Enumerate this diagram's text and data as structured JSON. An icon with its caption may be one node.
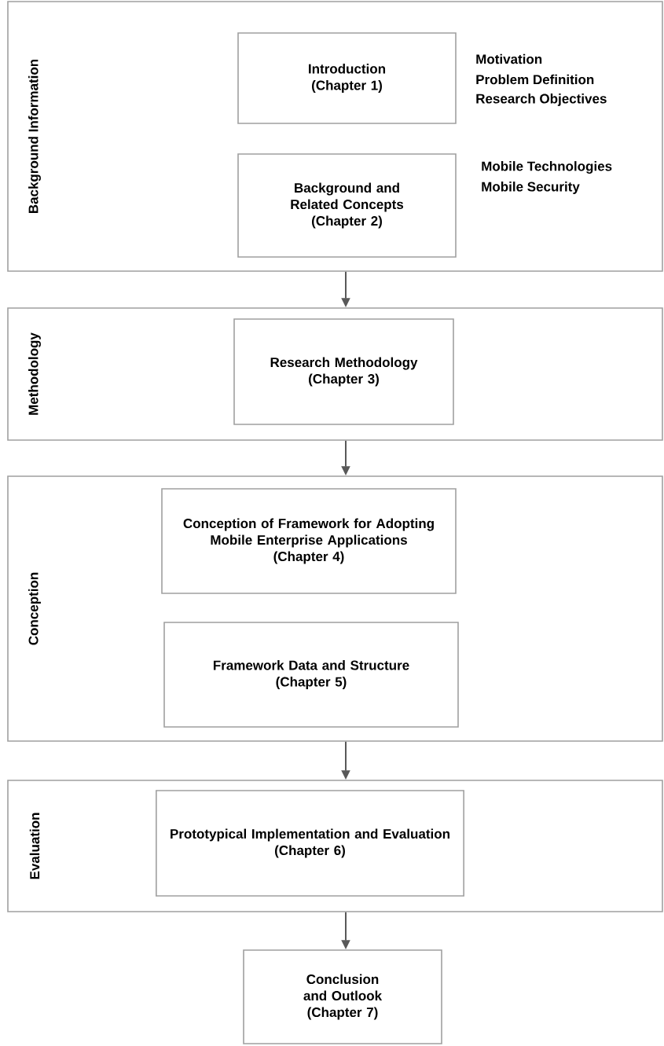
{
  "diagram": {
    "nodes": [
      {
        "text": [
          "Background Information"
        ]
      },
      {
        "text": [
          "Introduction",
          "(Chapter 1)"
        ],
        "in": 0,
        "beside": [
          "Motivation",
          "Problem Definition",
          "Research Objectives"
        ]
      },
      {
        "text": [
          "Background and Related Concepts",
          "(Chapter 2)"
        ],
        "in": 0,
        "beside": [
          "Mobile Technologies",
          "Mobile Security"
        ]
      },
      {
        "text": [
          "Methodology"
        ]
      },
      {
        "text": [
          "Research Methodology",
          "(Chapter 3)"
        ],
        "in": 3
      },
      {
        "text": [
          "Conception"
        ]
      },
      {
        "text": [
          "Conception of Framework for Adopting Mobile Enterprise Applications",
          "(Chapter 4)"
        ],
        "in": 5
      },
      {
        "text": [
          "Framework Data and Structure",
          "(Chapter 5)"
        ],
        "in": 5
      },
      {
        "text": [
          "Evaluation"
        ]
      },
      {
        "text": [
          "Prototypical Implementation and Evaluation",
          "(Chapter 6)"
        ],
        "in": 8
      },
      {
        "text": [
          "Conclusion and Outlook",
          "(Chapter 7)"
        ]
      }
    ],
    "edges": [
      {
        "from": 0,
        "to": 3,
        "arrow": "to"
      },
      {
        "from": 3,
        "to": 5,
        "arrow": "to"
      },
      {
        "from": 5,
        "to": 8,
        "arrow": "to"
      },
      {
        "from": 8,
        "to": 10,
        "arrow": "to"
      }
    ]
  }
}
